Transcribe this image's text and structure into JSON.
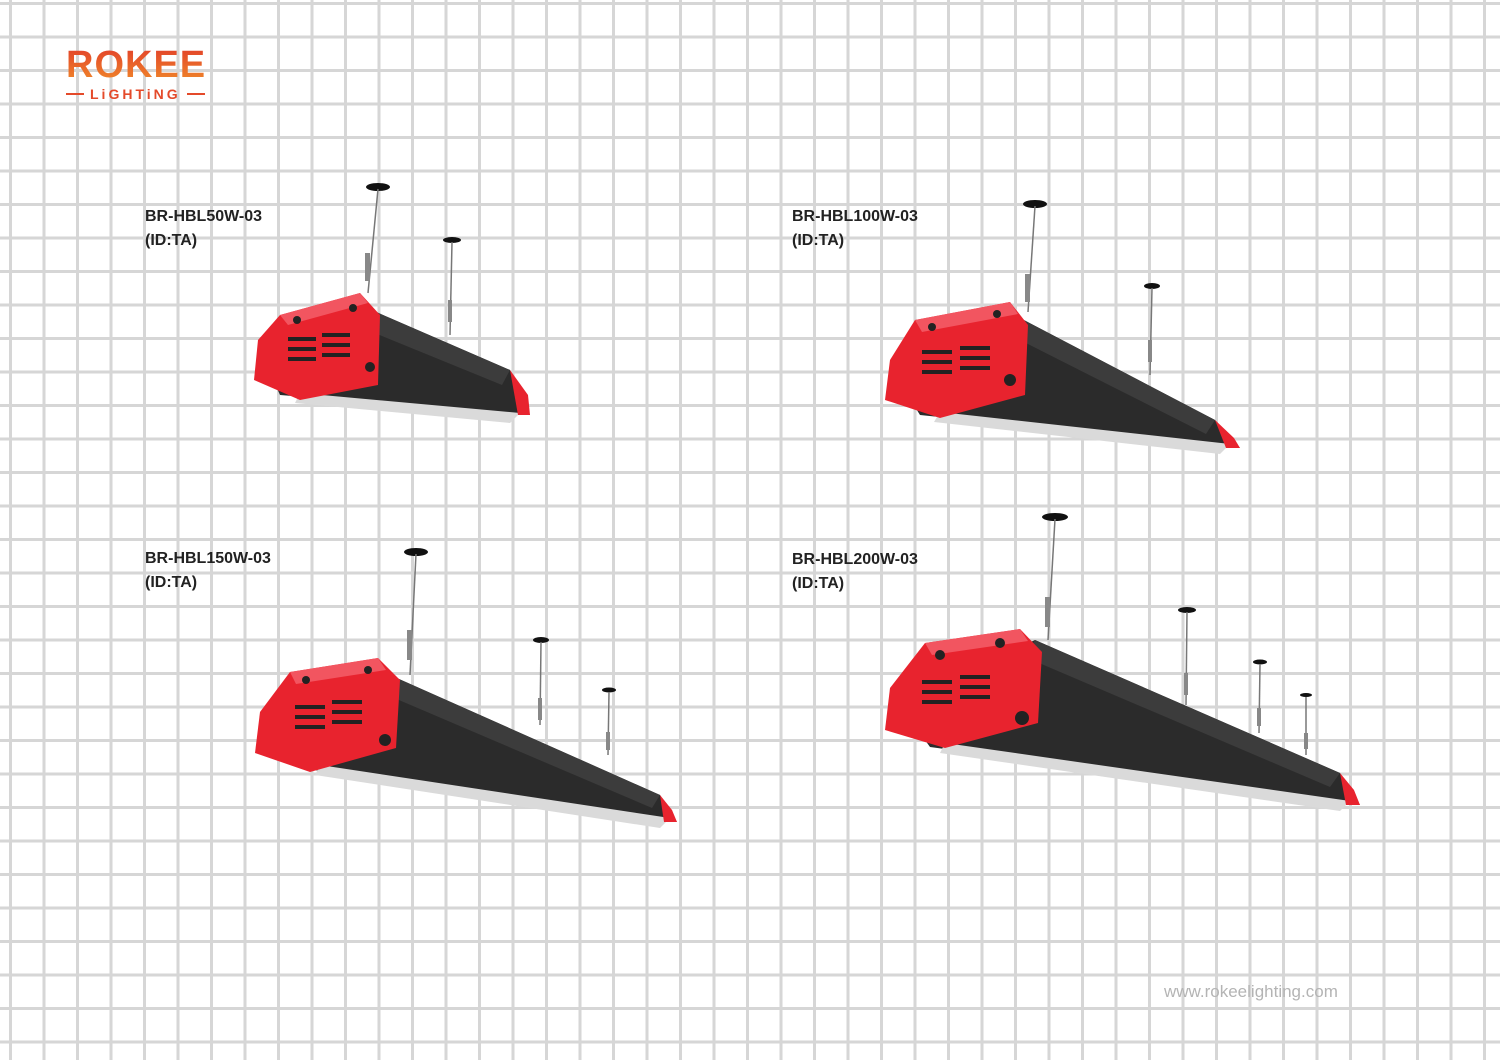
{
  "brand": {
    "name": "ROKEE",
    "tagline": "LiGHTiNG",
    "colors": {
      "primary": "#e2402a",
      "secondary": "#f08a2a"
    }
  },
  "products": [
    {
      "model": "BR-HBL50W-03",
      "id": "(ID:TA)"
    },
    {
      "model": "BR-HBL100W-03",
      "id": "(ID:TA)"
    },
    {
      "model": "BR-HBL150W-03",
      "id": "(ID:TA)"
    },
    {
      "model": "BR-HBL200W-03",
      "id": "(ID:TA)"
    }
  ],
  "footer": {
    "website": "www.rokeelighting.com"
  },
  "colors": {
    "housing": "#e8232e",
    "body": "#2b2b2b",
    "grid": "#d6d6d6"
  }
}
